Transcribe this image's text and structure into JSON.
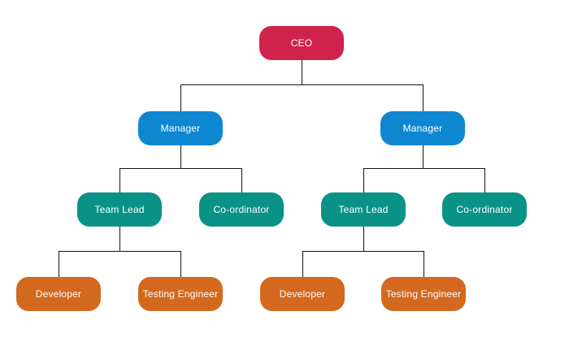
{
  "diagram": {
    "type": "org-chart",
    "background": "#ffffff",
    "connector_color": "#141414",
    "label_text_color": "#ffffff",
    "level_colors": {
      "level1": "#d0234c",
      "level2": "#0e87d1",
      "level3": "#0b9287",
      "level4": "#d2691e"
    },
    "nodes": {
      "ceo": {
        "label": "CEO",
        "color": "#d0234c"
      },
      "manager_left": {
        "label": "Manager",
        "color": "#0e87d1"
      },
      "manager_right": {
        "label": "Manager",
        "color": "#0e87d1"
      },
      "team_lead_left": {
        "label": "Team Lead",
        "color": "#0b9287"
      },
      "coordinator_left": {
        "label": "Co-ordinator",
        "color": "#0b9287"
      },
      "team_lead_right": {
        "label": "Team Lead",
        "color": "#0b9287"
      },
      "coordinator_right": {
        "label": "Co-ordinator",
        "color": "#0b9287"
      },
      "developer_left": {
        "label": "Developer",
        "color": "#d2691e"
      },
      "testing_engineer_left": {
        "label": "Testing Engineer",
        "color": "#d2691e"
      },
      "developer_right": {
        "label": "Developer",
        "color": "#d2691e"
      },
      "testing_engineer_right": {
        "label": "Testing Engineer",
        "color": "#d2691e"
      }
    },
    "edges": [
      {
        "from": "ceo",
        "to": "manager_left"
      },
      {
        "from": "ceo",
        "to": "manager_right"
      },
      {
        "from": "manager_left",
        "to": "team_lead_left"
      },
      {
        "from": "manager_left",
        "to": "coordinator_left"
      },
      {
        "from": "manager_right",
        "to": "team_lead_right"
      },
      {
        "from": "manager_right",
        "to": "coordinator_right"
      },
      {
        "from": "team_lead_left",
        "to": "developer_left"
      },
      {
        "from": "team_lead_left",
        "to": "testing_engineer_left"
      },
      {
        "from": "team_lead_right",
        "to": "developer_right"
      },
      {
        "from": "team_lead_right",
        "to": "testing_engineer_right"
      }
    ]
  }
}
